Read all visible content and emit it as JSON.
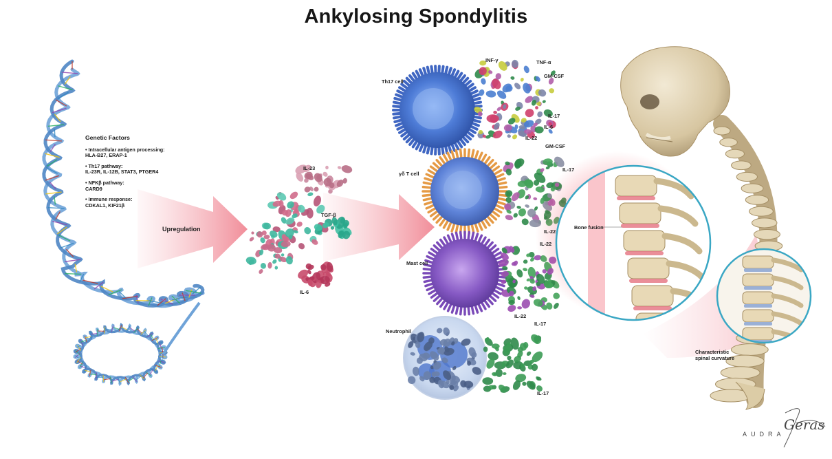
{
  "title": "Ankylosing Spondylitis",
  "genetic": {
    "heading": "Genetic Factors",
    "items": [
      {
        "head": "• Intracellular antigen processing:",
        "genes": "HLA-B27, ERAP-1"
      },
      {
        "head": "• Th17 pathway:",
        "genes": "IL-23R, IL-12B, STAT3, PTGER4"
      },
      {
        "head": "• NFKβ pathway:",
        "genes": "CARD9"
      },
      {
        "head": "• Immune response:",
        "genes": "CDKAL1, KIF21β"
      }
    ]
  },
  "arrow_label": "Upregulation",
  "cytokines_left": {
    "il23": "IL-23",
    "tgfb": "TGF-β",
    "il6": "IL-6"
  },
  "cells": {
    "th17": "Th17 cell",
    "gd": "γδ T cell",
    "mast": "Mast cell",
    "neutrophil": "Neutrophil"
  },
  "cytokine_labels": {
    "inf": "INF-γ",
    "tnf": "TNF-α",
    "gmcsf1": "GM-CSF",
    "il17_1": "IL-17",
    "il6": "IL-6",
    "il22_1": "IL-22",
    "gmcsf2": "GM-CSF",
    "il17_2": "IL-17",
    "il22_2": "IL-22",
    "il22_3": "IL-22",
    "il22_4": "IL-22",
    "il17_3": "IL-17",
    "il17_4": "IL-17"
  },
  "spine": {
    "bone_fusion": "Bone fusion",
    "curvature_1": "Characteristic",
    "curvature_2": "spinal curvature"
  },
  "colors": {
    "arrow": "#f3a3ad",
    "circle_ring": "#3aa7c4",
    "dna_blue": "#6fa3d8",
    "th17": "#4a74d0",
    "gd_spikes": "#e9a04a",
    "mast": "#8a5bc2",
    "neutrophil": "#6a8ed8",
    "bone": "#d8c9a6",
    "red_glow": "#e23a4d"
  },
  "signature": "AUDRA",
  "signature_script": "Geras"
}
